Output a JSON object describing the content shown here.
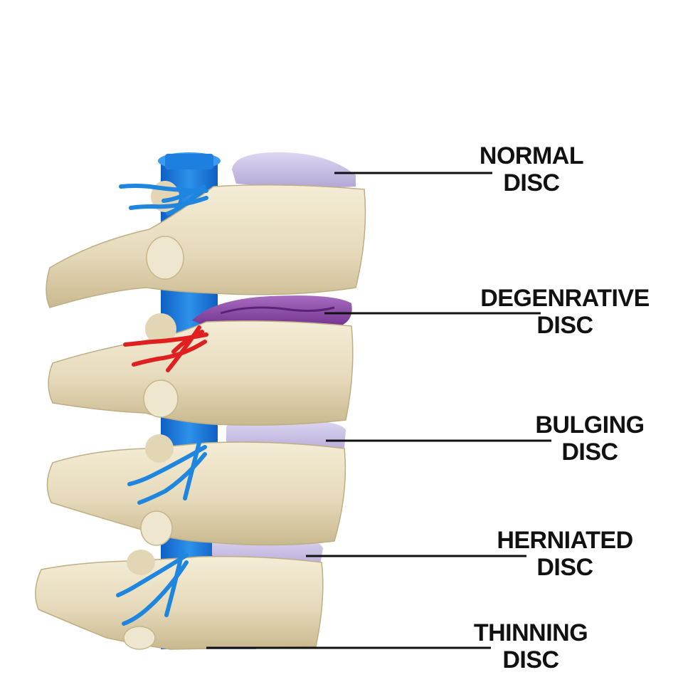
{
  "labels": [
    {
      "line1": "NORMAL",
      "line2": "DISC"
    },
    {
      "line1": "DEGENRATIVE",
      "line2": "DISC"
    },
    {
      "line1": "BULGING",
      "line2": "DISC"
    },
    {
      "line1": "HERNIATED",
      "line2": "DISC"
    },
    {
      "line1": "THINNING",
      "line2": "DISC"
    }
  ],
  "colors": {
    "bone": "#e9dfc4",
    "bone_shade": "#cdbf9c",
    "disc_normal": "#c9c0e4",
    "disc_degenerative": "#8e4fa8",
    "nerve_blue": "#1f86e0",
    "nerve_red": "#e02020",
    "spinal_cord": "#1a74d8",
    "leader_line": "#111111"
  }
}
